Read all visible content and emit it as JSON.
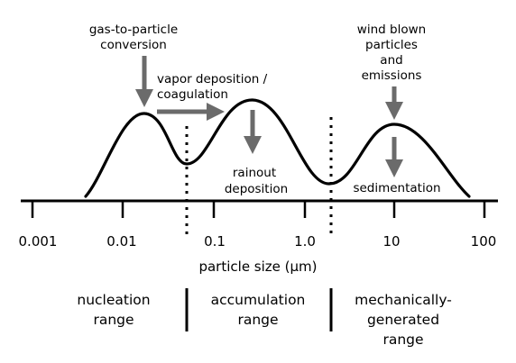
{
  "annotations": {
    "gas_to_particle": [
      "gas-to-particle",
      "conversion"
    ],
    "vapor_deposition": [
      "vapor deposition /",
      "coagulation"
    ],
    "rainout": [
      "rainout",
      "deposition"
    ],
    "wind_blown": [
      "wind blown",
      "particles",
      "and",
      "emissions"
    ],
    "sedimentation": "sedimentation"
  },
  "axis": {
    "label": "particle size (μm)",
    "ticks": [
      "0.001",
      "0.01",
      "0.1",
      "1.0",
      "10",
      "100"
    ]
  },
  "ranges": {
    "nucleation": [
      "nucleation",
      "range"
    ],
    "accumulation": [
      "accumulation",
      "range"
    ],
    "mechanical": [
      "mechanically-",
      "generated",
      "range"
    ]
  },
  "colors": {
    "arrow": "#6b6b6b",
    "curve": "#000000",
    "text": "#000000"
  }
}
